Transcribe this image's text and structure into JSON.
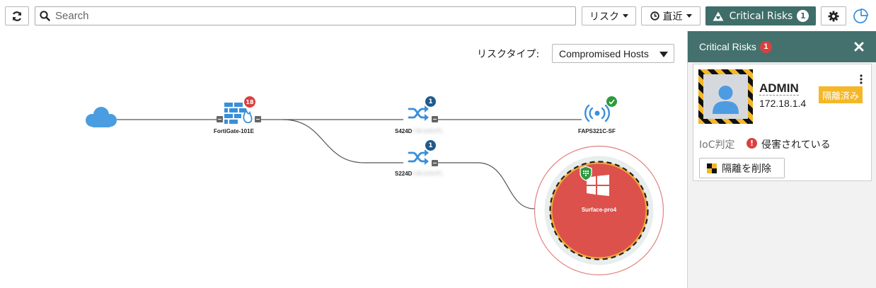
{
  "toolbar": {
    "search_placeholder": "Search",
    "risk_label": "リスク",
    "recent_label": "直近",
    "critical_label": "Critical Risks",
    "critical_count": "1"
  },
  "topology": {
    "risk_type_label": "リスクタイプ:",
    "risk_type_value": "Compromised Hosts",
    "firewall": {
      "label": "FortiGate-101E",
      "badge": "18"
    },
    "switch1": {
      "label": "S424D",
      "badge": "1"
    },
    "switch2": {
      "label": "S224D",
      "badge": "1"
    },
    "ap": {
      "label": "FAPS321C-SF"
    },
    "host": {
      "label": "Surface-pro4"
    }
  },
  "panel": {
    "title": "Critical Risks",
    "count": "1",
    "user_name": "ADMIN",
    "ip": "172.18.1.4",
    "quarantine_badge": "隔離済み",
    "ioc_label": "IoC判定",
    "ioc_value": "侵害されている",
    "remove_button": "隔離を削除"
  },
  "colors": {
    "accent": "#44716d",
    "danger": "#d9413f",
    "switch_blue": "#3a8fd9",
    "quarantine_yellow": "#f4b728"
  }
}
